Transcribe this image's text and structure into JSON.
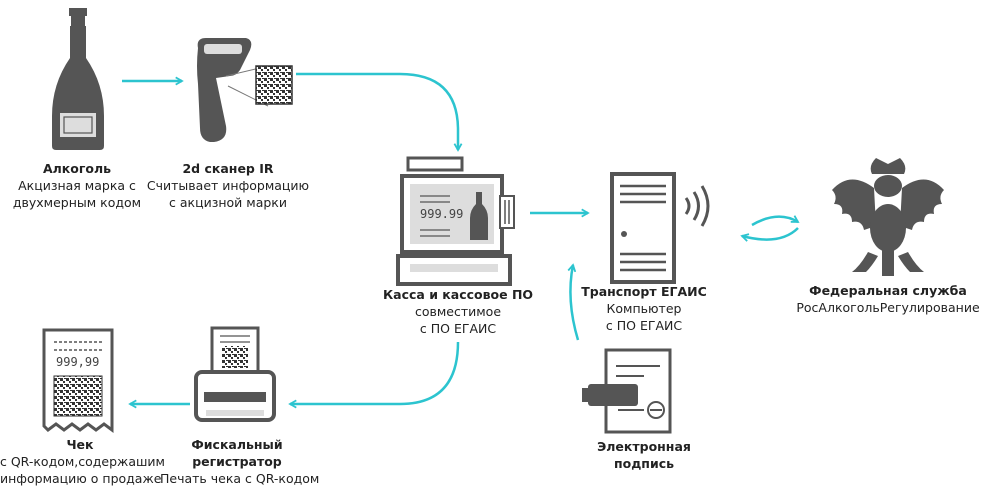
{
  "nodes": {
    "alcohol": {
      "title": "Алкоголь",
      "lines": [
        "Акцизная марка с",
        "двухмерным кодом"
      ]
    },
    "scanner": {
      "title": "2d сканер IR",
      "lines": [
        "Считывает информацию",
        "с акцизной марки"
      ]
    },
    "register": {
      "title": "Касса и кассовое ПО",
      "lines": [
        "совместимое",
        "с  ПО ЕГАИС"
      ]
    },
    "transport": {
      "title": "Транспорт ЕГАИС",
      "lines": [
        "Компьютер",
        "с ПО ЕГАИС"
      ]
    },
    "federal": {
      "title": "Федеральная служба",
      "lines": [
        "РосАлкогольРегулирование"
      ]
    },
    "receipt": {
      "title": "Чек",
      "lines": [
        "с QR-кодом,содержашим",
        "информацию о продаже"
      ]
    },
    "fiscal": {
      "title": "Фискальный",
      "lines": [
        "регистратор",
        "Печать чека с QR-кодом"
      ]
    },
    "signature": {
      "title": "Электронная",
      "lines": [
        "подпись"
      ]
    }
  },
  "register_screen": {
    "price": "999.99"
  },
  "receipt_paper": {
    "price": "999,99"
  },
  "colors": {
    "arrow": "#2cc4cf",
    "icon": "#555555",
    "icon_dark": "#3a3a3a",
    "icon_light": "#dddddd",
    "text": "#222222"
  }
}
